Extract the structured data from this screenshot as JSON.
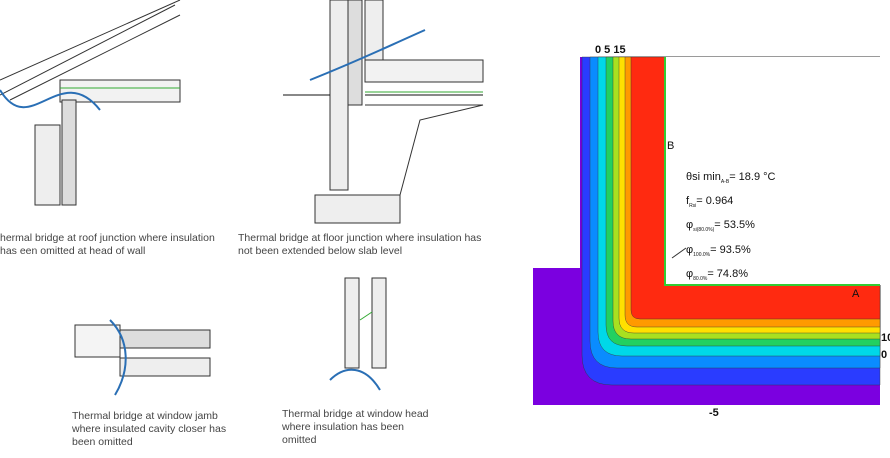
{
  "captions": {
    "roof": "hermal bridge at roof junction where insulation has een omitted at head of wall",
    "floor": "Thermal bridge at floor junction where insulation has not been extended below slab level",
    "jamb": "Thermal bridge at window jamb where insulated cavity closer has been omitted",
    "head": "Thermal bridge at window head where insulation has been omitted"
  },
  "thermal": {
    "top_ticks": "0 5  15",
    "point_b": "B",
    "point_a": "A",
    "right_10": "10",
    "right_0": "0",
    "bottom_-5": "-5",
    "theta": "θsi min",
    "theta_sub": "A-B",
    "theta_val": "= 18.9 °C",
    "f": "f",
    "f_sub": "Rsi",
    "f_val": "= 0.964",
    "phi1": "φ",
    "phi1_sub": "si(80.0%)",
    "phi1_val": "= 53.5%",
    "phi2": "φ",
    "phi2_sub": "100.0%",
    "phi2_val": "= 93.5%",
    "phi3": "φ",
    "phi3_sub": "80.0%",
    "phi3_val": "= 74.8%",
    "colors": [
      "#7b00e0",
      "#2a3cff",
      "#0a8cff",
      "#00d8e8",
      "#22d060",
      "#a8e020",
      "#ffe000",
      "#ff9a00",
      "#ff2a10"
    ]
  }
}
